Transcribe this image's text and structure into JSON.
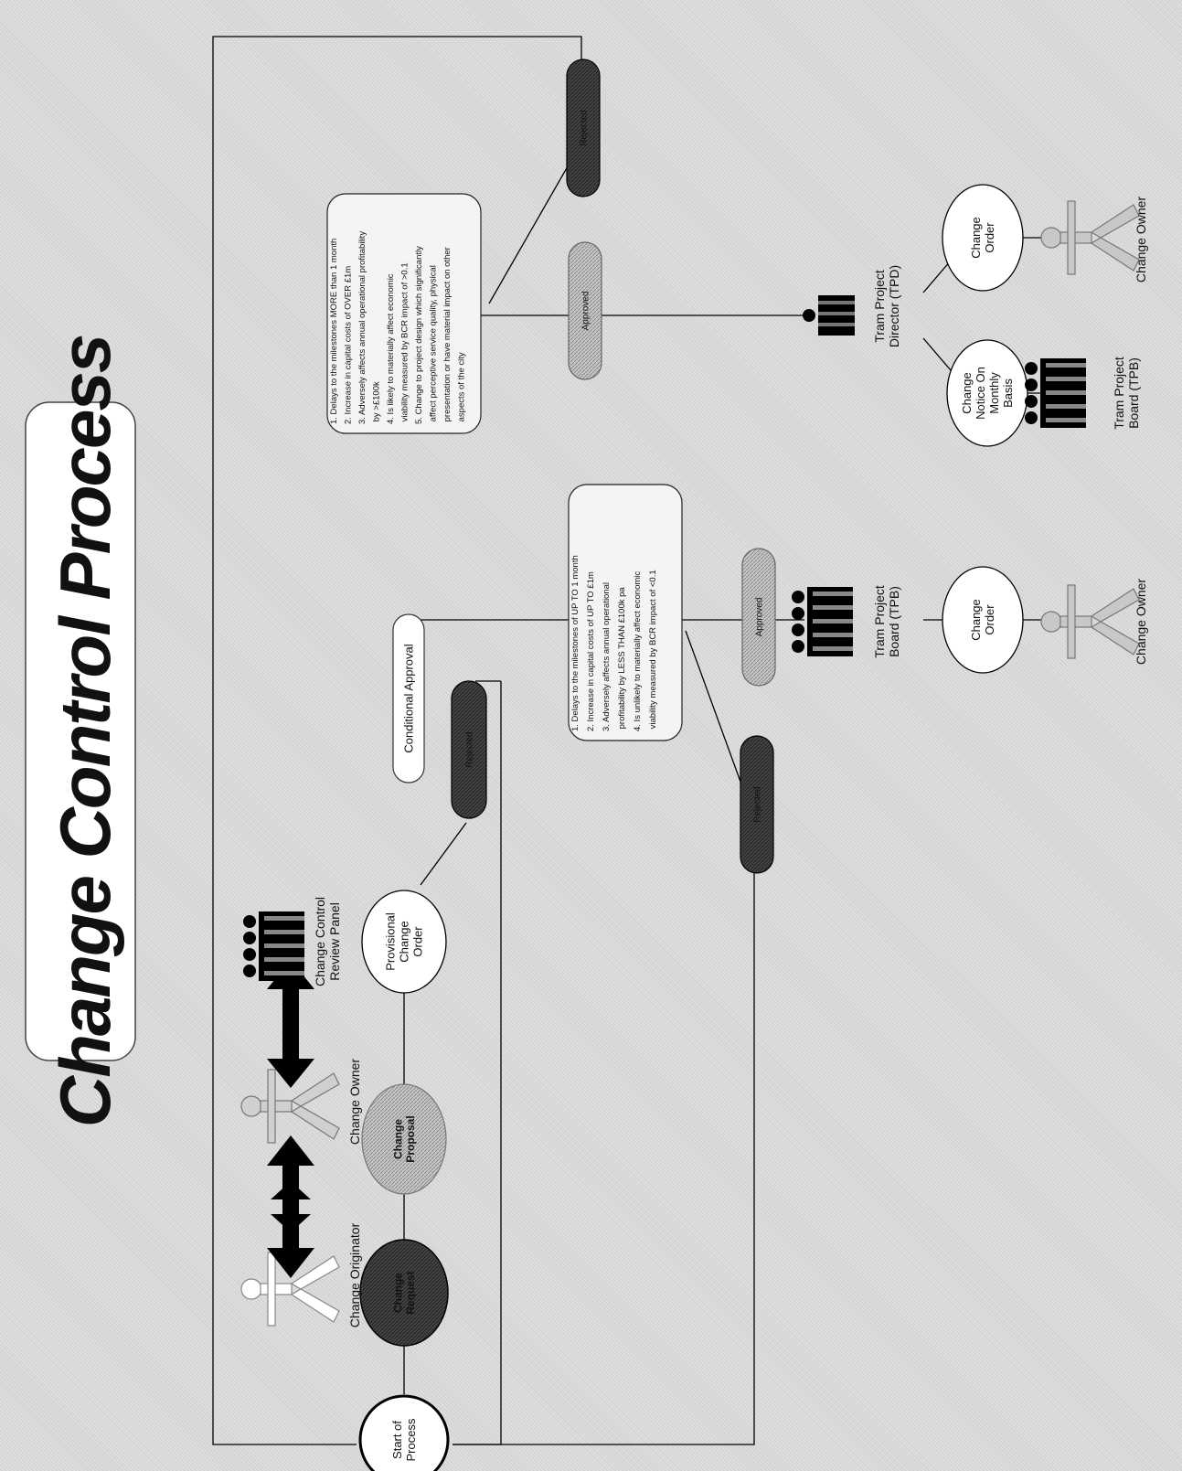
{
  "title": "Change Control Process",
  "nodes": {
    "start": "Start of|Process",
    "change_request": "Change|Request",
    "change_proposal": "Change|Proposal",
    "provisional_change_order": "Provisional|Change|Order",
    "rejected_1": "Rejected",
    "conditional_approval": "Conditional Approval",
    "approved_1": "Approved",
    "rejected_2": "Rejected",
    "approved_2": "Approved",
    "rejected_3": "Rejected",
    "change_order_tpb": "Change|Order",
    "change_notice": "Change|Notice On|Monthly|Basis",
    "change_order_tpd": "Change|Order"
  },
  "actors": {
    "change_originator": "Change Originator",
    "change_owner_top": "Change Owner",
    "change_control_review_panel": "Change Control|Review Panel",
    "tram_project_board_1": "Tram Project|Board (TPB)",
    "change_owner_1": "Change Owner",
    "tram_project_director": "Tram Project|Director (TPD)",
    "tram_project_board_2": "Tram Project|Board (TPB)",
    "change_owner_2": "Change Owner"
  },
  "criteria_tpb": [
    "1. Delays to the milestones of UP TO 1 month",
    "2. Increase in capital costs of UP TO £1m",
    "3. Adversely affects annual operational",
    "   profitability by LESS THAN £100k pa",
    "4. Is unlikely to materially affect economic",
    "   viability measured by BCR impact of <0.1"
  ],
  "criteria_tpd": [
    "1. Delays to the milestones MORE than 1 month",
    "2. Increase in capital costs of OVER £1m",
    "3. Adversely affects annual operational profitability",
    "   by >£100k",
    "4. Is likely to materially affect economic",
    "   viability measured by BCR impact of >0.1",
    "5. Change to project design which significantly",
    "   affect perceptive service quality, physical",
    "   presentation or have material impact on other",
    "   aspects of the city"
  ],
  "colors": {
    "dark": "#3a3a3a",
    "mid": "#9a9a9a",
    "light": "#ffffff",
    "line": "#000000"
  }
}
